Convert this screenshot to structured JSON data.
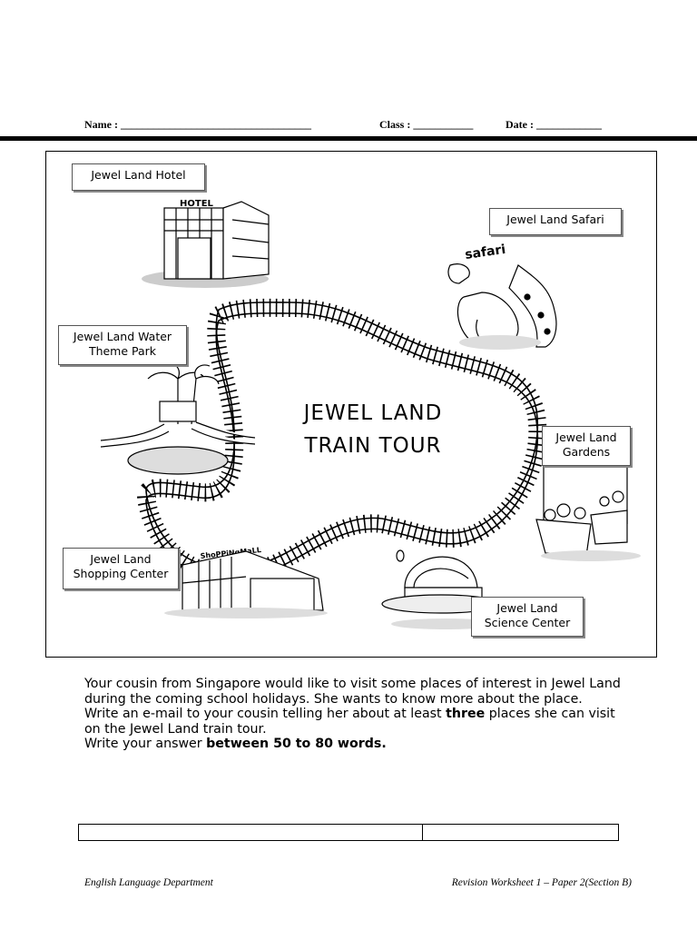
{
  "header": {
    "name_label": "Name : ___________________________________",
    "class_label": "Class : ___________",
    "date_label": "Date : ____________"
  },
  "map": {
    "title_line1": "JEWEL LAND",
    "title_line2": "TRAIN TOUR",
    "hotel_sign": "HOTEL",
    "safari_sign": "safari",
    "mall_sign": "ShoPPiNgMaLL",
    "labels": {
      "hotel": "Jewel Land Hotel",
      "safari": "Jewel Land Safari",
      "water_line1": "Jewel Land Water",
      "water_line2": "Theme Park",
      "gardens_line1": "Jewel Land",
      "gardens_line2": "Gardens",
      "shopping_line1": "Jewel Land",
      "shopping_line2": "Shopping Center",
      "science_line1": "Jewel Land",
      "science_line2": "Science Center"
    }
  },
  "instructions": {
    "p1": "Your cousin from Singapore would like to visit some places of interest in Jewel Land during the coming school holidays. She wants to know more about the place.",
    "p2_before": "Write an e-mail to your cousin telling her about at least ",
    "p2_bold": "three",
    "p2_after": " places she can visit on the Jewel Land train tour.",
    "p3_before": "Write your answer ",
    "p3_bold": "between 50 to 80 words."
  },
  "footer": {
    "left": "English Language Department",
    "right": "Revision Worksheet 1 – Paper 2(Section B)"
  }
}
